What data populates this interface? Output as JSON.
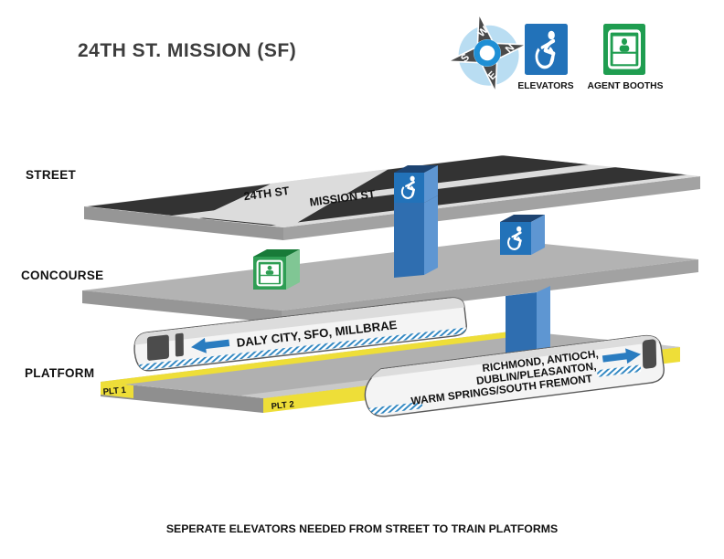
{
  "title": "24TH ST. MISSION (SF)",
  "compass": {
    "west": "W",
    "north": "N",
    "east": "E",
    "south": "S"
  },
  "legend": {
    "elevators": "ELEVATORS",
    "agent_booths": "AGENT BOOTHS"
  },
  "levels": {
    "street": {
      "label": "STREET",
      "cross_street": "24TH ST",
      "main_street": "MISSION ST"
    },
    "concourse": {
      "label": "CONCOURSE"
    },
    "platform": {
      "label": "PLATFORM",
      "plt1": "PLT 1",
      "plt2": "PLT 2"
    }
  },
  "trains": {
    "southbound": {
      "destinations": "DALY CITY, SFO, MILLBRAE",
      "direction": "left"
    },
    "northbound": {
      "line1": "RICHMOND, ANTIOCH,",
      "line2": "DUBLIN/PLEASANTON,",
      "line3": "WARM SPRINGS/SOUTH FREMONT",
      "direction": "right"
    }
  },
  "footnote": "SEPERATE ELEVATORS NEEDED FROM STREET TO TRAIN PLATFORMS",
  "colors": {
    "elevator_blue": "#2272b9",
    "elevator_blue_side": "#5e96d2",
    "elevator_blue_top": "#1d4472",
    "booth_green": "#1f9d50",
    "accent_yellow": "#eede38",
    "asphalt": "#333333",
    "slab_gray": "#b3b3b3",
    "train_stripe_blue": "#2e86c1"
  }
}
